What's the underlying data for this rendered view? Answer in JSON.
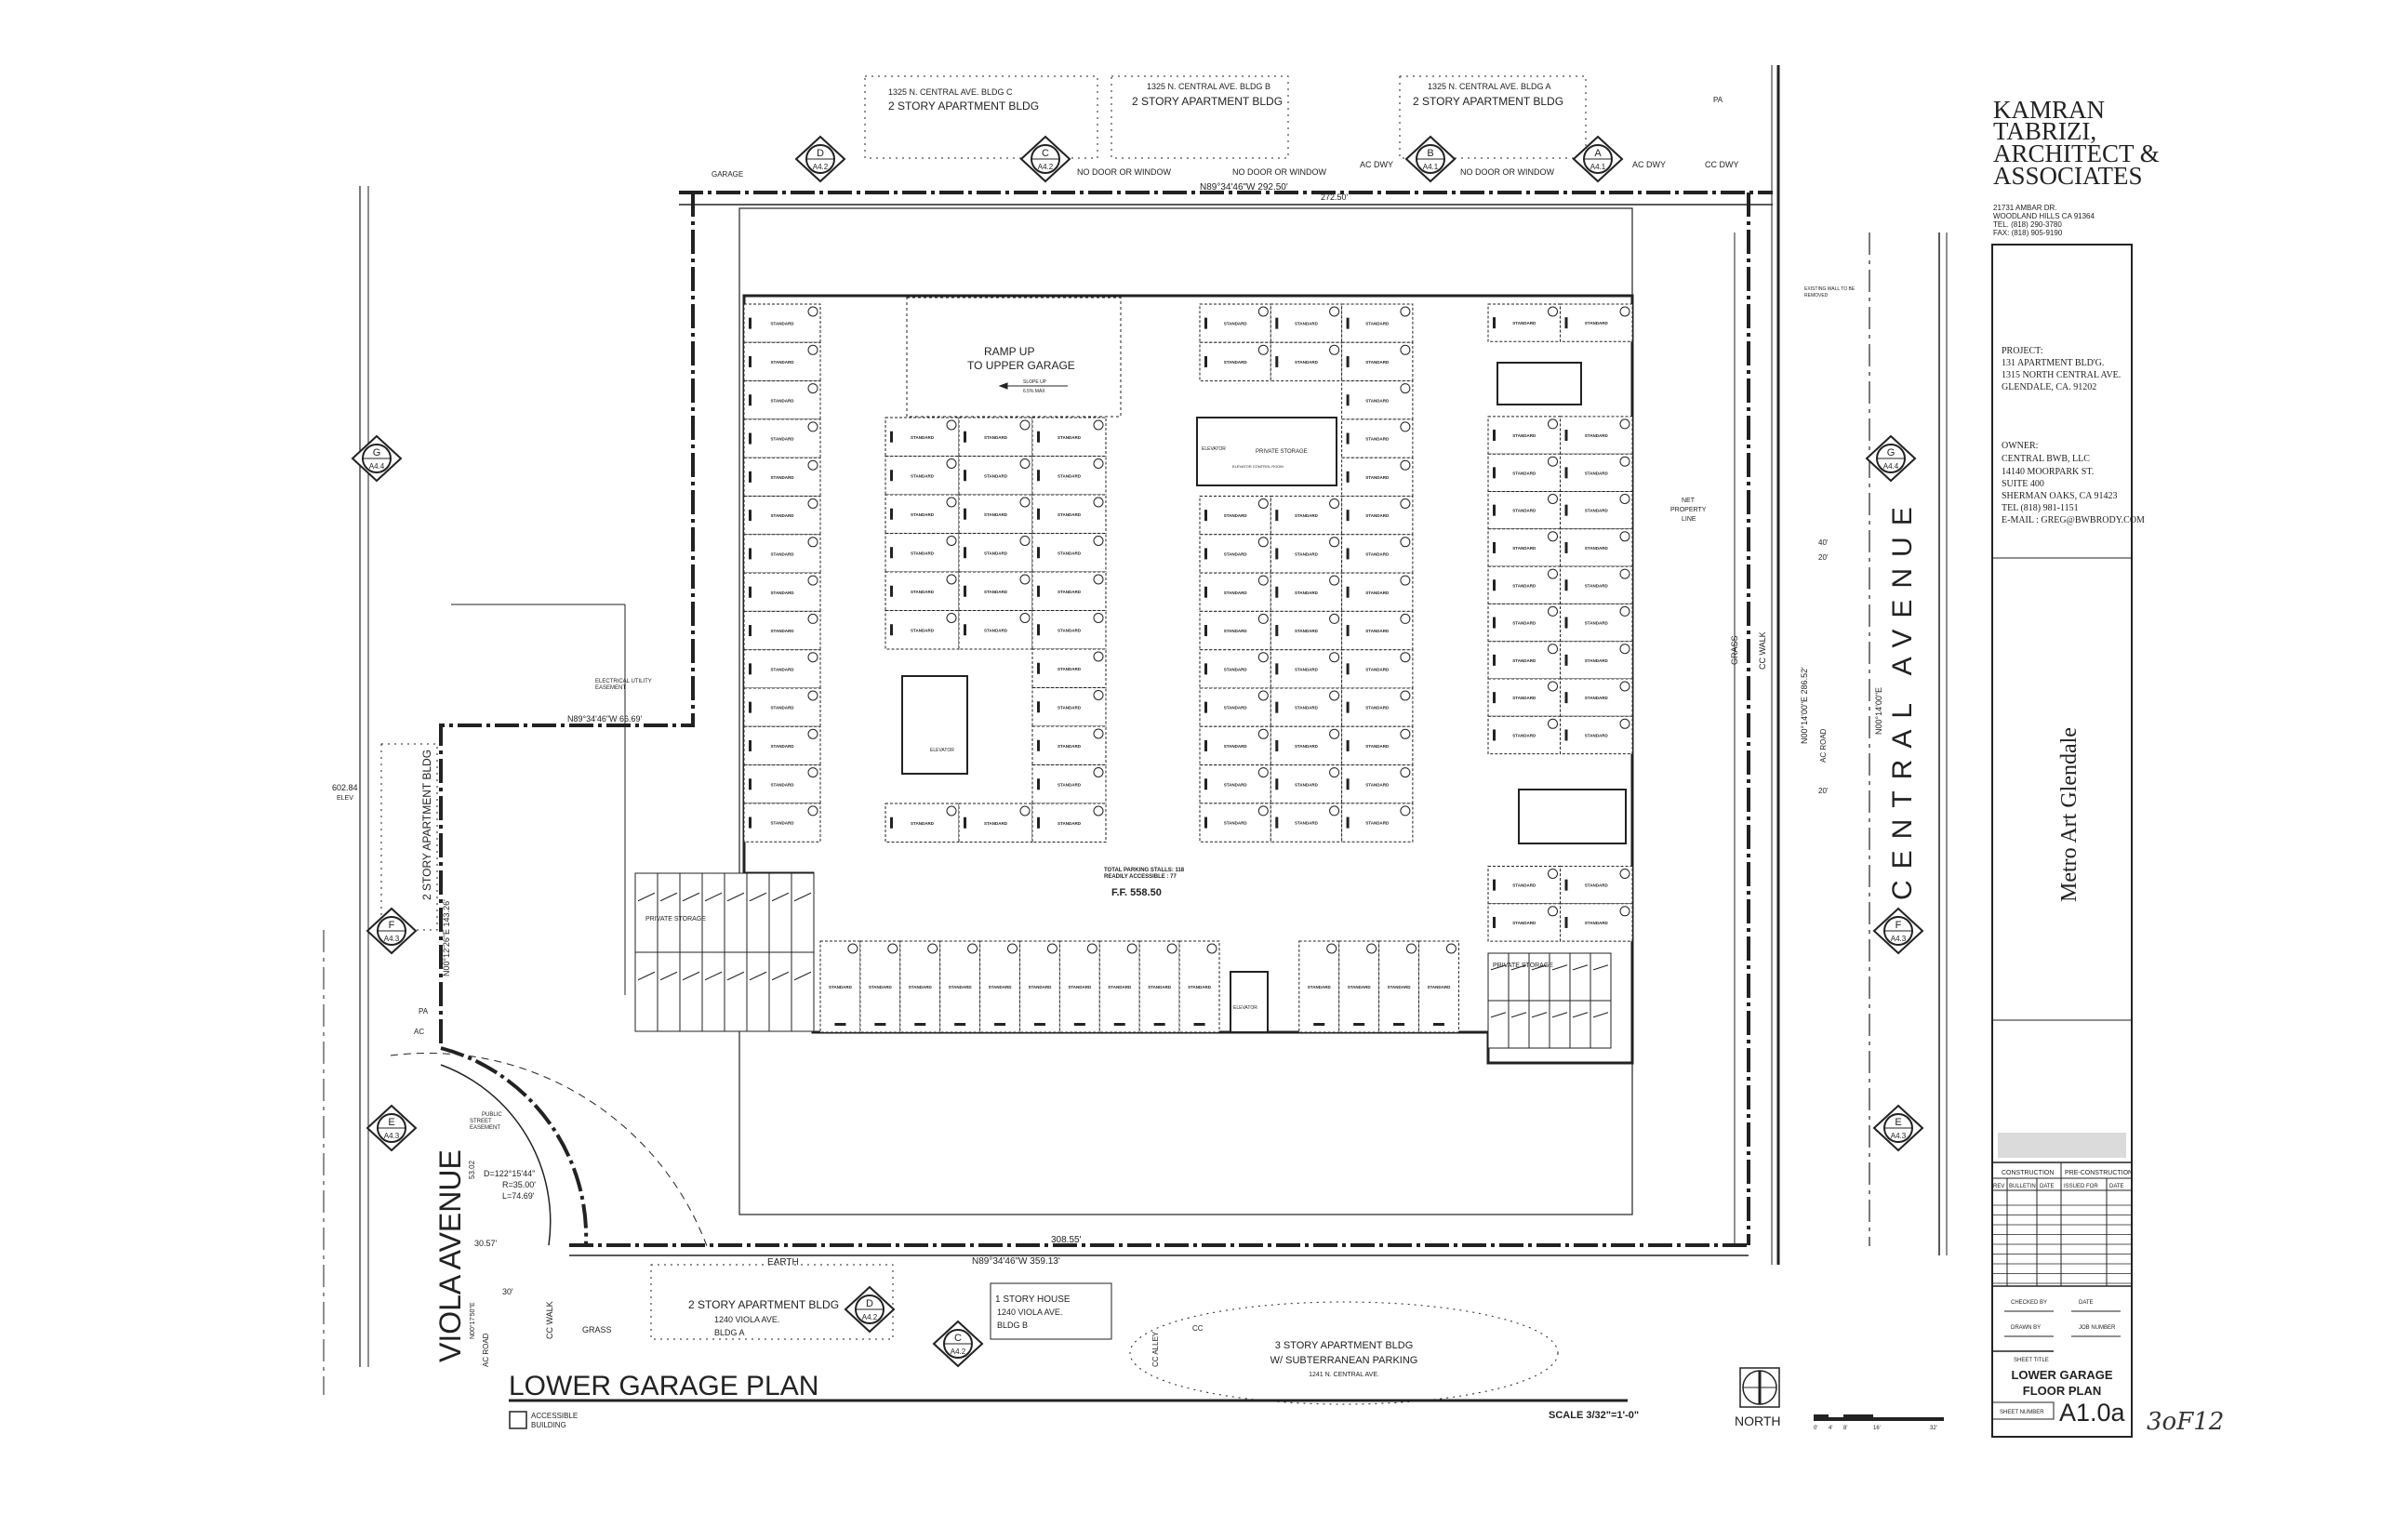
{
  "firm": {
    "name_lines": [
      "KAMRAN",
      "TABRIZI,",
      "ARCHITECT &",
      "ASSOCIATES"
    ],
    "address_lines": [
      "21731 AMBAR DR.",
      "WOODLAND HILLS CA 91364",
      "TEL.  (818) 290-3780",
      "FAX:  (818) 905-9190"
    ]
  },
  "project": {
    "label": "PROJECT:",
    "lines": [
      "131 APARTMENT BLD'G.",
      "1315 NORTH CENTRAL AVE.",
      "GLENDALE, CA. 91202"
    ]
  },
  "owner": {
    "label": "OWNER:",
    "lines": [
      "CENTRAL BWB, LLC",
      "14140 MOORPARK ST.",
      "SUITE 400",
      "SHERMAN OAKS, CA 91423",
      "TEL (818) 981-1151",
      "E-MAIL : GREG@BWBRODY.COM"
    ]
  },
  "project_name": "Metro Art Glendale",
  "title_block": {
    "construction": "CONSTRUCTION",
    "pre_construction": "PRE-CONSTRUCTION",
    "columns": [
      "REV",
      "BULLETIN",
      "DATE",
      "ISSUED FOR",
      "DATE"
    ],
    "checked_by": "CHECKED BY",
    "date": "DATE",
    "drawn_by": "DRAWN BY",
    "job_number": "JOB NUMBER",
    "sheet_title_label": "SHEET TITLE",
    "sheet_title_lines": [
      "LOWER GARAGE",
      "FLOOR PLAN"
    ],
    "sheet_number_label": "SHEET NUMBER",
    "sheet_number": "A1.0a",
    "handwritten_page": "3oF12"
  },
  "plan": {
    "title": "LOWER GARAGE PLAN",
    "accessible": [
      "ACCESSIBLE",
      "BUILDING"
    ],
    "scale": "SCALE 3/32\"=1'-0\"",
    "north": "NORTH",
    "scale_bar_ticks": [
      "0'",
      "4'",
      "8'",
      "16'",
      "32'"
    ],
    "streets": {
      "viola": "VIOLA AVENUE",
      "central": "CENTRAL AVENUE"
    },
    "ramp": {
      "lines": [
        "RAMP UP",
        "TO UPPER GARAGE"
      ],
      "slope": "SLOPE UP",
      "slope_max": "6.5% MAX"
    },
    "stall_label": "STANDARD",
    "parking_totals": [
      "TOTAL PARKING STALLS: 118",
      "READILY ACCESSIBLE : 77"
    ],
    "finish_floor": "F.F. 558.50",
    "private_storage": "PRIVATE STORAGE",
    "elevator": "ELEVATOR",
    "elevator_control": "ELEVATOR CONTROL ROOM",
    "neighbors": {
      "top_c": [
        "1325 N. CENTRAL AVE. BLDG C",
        "2 STORY APARTMENT BLDG"
      ],
      "top_b": [
        "1325 N. CENTRAL AVE. BLDG B",
        "2 STORY APARTMENT BLDG"
      ],
      "top_a": [
        "1325 N. CENTRAL AVE. BLDG A",
        "2 STORY APARTMENT BLDG"
      ],
      "bottom_a": [
        "2 STORY APARTMENT BLDG",
        "1240 VIOLA AVE.",
        "BLDG A"
      ],
      "bottom_b": [
        "1 STORY HOUSE",
        "1240 VIOLA AVE.",
        "BLDG B"
      ],
      "bottom_c": [
        "3 STORY APARTMENT BLDG",
        "W/ SUBTERRANEAN PARKING",
        "1241 N. CENTRAL AVE."
      ],
      "left": "2 STORY APARTMENT BLDG"
    },
    "notes": {
      "no_door": "NO DOOR OR WINDOW",
      "bearing_top": "N89°34'46\"W 292.50'",
      "bearing_bottom": "N89°34'46\"W 359.13'",
      "bearing_mid": "N89°34'46\"W 66.69'",
      "bearing_right": "N00°14'00\"E 286.52'",
      "bearing_center": "N00°14'00\"E",
      "bearing_left": "N00°12'26\"E 143.26'",
      "bearing_viola": "N00°17'50\"E",
      "dim_272": "272.50'",
      "dim_308": "308.55'",
      "ac_dwy": "AC DWY",
      "cc_dwy": "CC DWY",
      "cc_walk": "CC WALK",
      "grass": "GRASS",
      "earth": "EARTH",
      "ac_road": "AC ROAD",
      "net_property": [
        "NET",
        "PROPERTY",
        "LINE"
      ],
      "curve": [
        "D=122°15'44\"",
        "R=35.00'",
        "L=74.69'"
      ],
      "public_easement": [
        "PUBLIC",
        "STREET",
        "EASEMENT"
      ],
      "electrical_easement": [
        "ELECTRICAL UTILITY",
        "EASEMENT"
      ],
      "dim_40": "40'",
      "dim_20": "20'",
      "dim_30": "30'",
      "dim_30_57": "30.57'",
      "dim_53_02": "53.02",
      "elev_602": "602.84",
      "elev_left": "ELEV",
      "garage": "GARAGE",
      "pa": "PA",
      "ac": "AC",
      "cc": "CC",
      "cc_alley": "CC ALLEY",
      "footing": [
        "EXISTING WALL TO BE",
        "REMOVED"
      ]
    },
    "markers": [
      {
        "letter": "D",
        "sheet": "A4.2"
      },
      {
        "letter": "C",
        "sheet": "A4.2"
      },
      {
        "letter": "B",
        "sheet": "A4.1"
      },
      {
        "letter": "A",
        "sheet": "A4.1"
      },
      {
        "letter": "G",
        "sheet": "A4.4"
      },
      {
        "letter": "F",
        "sheet": "A4.3"
      },
      {
        "letter": "E",
        "sheet": "A4.3"
      }
    ]
  }
}
